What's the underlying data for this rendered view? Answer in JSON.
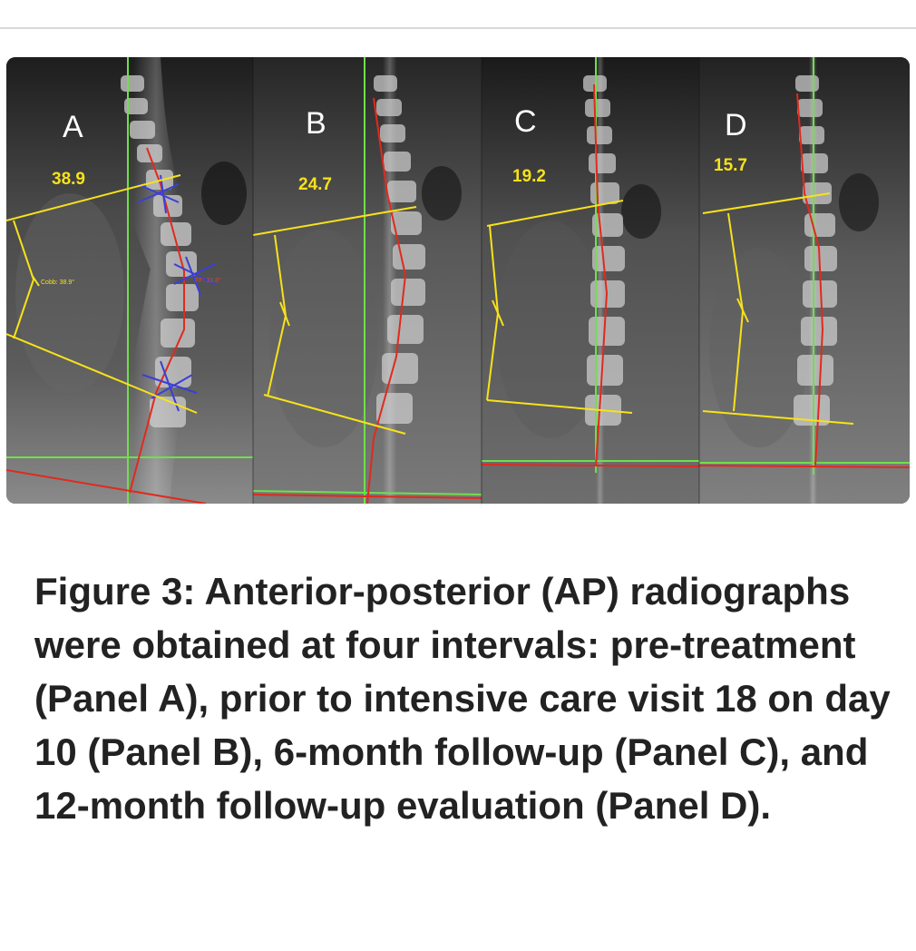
{
  "figure": {
    "panels": [
      {
        "letter": "A",
        "angle": "38.9",
        "cobb_note": "Cobb: 38.9°",
        "seg_note": "FF: 31.8°"
      },
      {
        "letter": "B",
        "angle": "24.7"
      },
      {
        "letter": "C",
        "angle": "19.2"
      },
      {
        "letter": "D",
        "angle": "15.7"
      }
    ],
    "colors": {
      "background": "#ffffff",
      "measure_yellow": "#f7e21a",
      "plumb_green": "#6fe04a",
      "spine_red": "#e02a1e",
      "vertebra_blue": "#3b3fd6",
      "caption_text": "#222222"
    }
  },
  "caption": "Figure 3: Anterior-posterior (AP) radiographs were obtained at four intervals: pre-treatment (Panel A), prior to intensive care visit 18 on day 10 (Panel B), 6-month follow-up (Panel C), and 12-month follow-up evaluation (Panel D)."
}
